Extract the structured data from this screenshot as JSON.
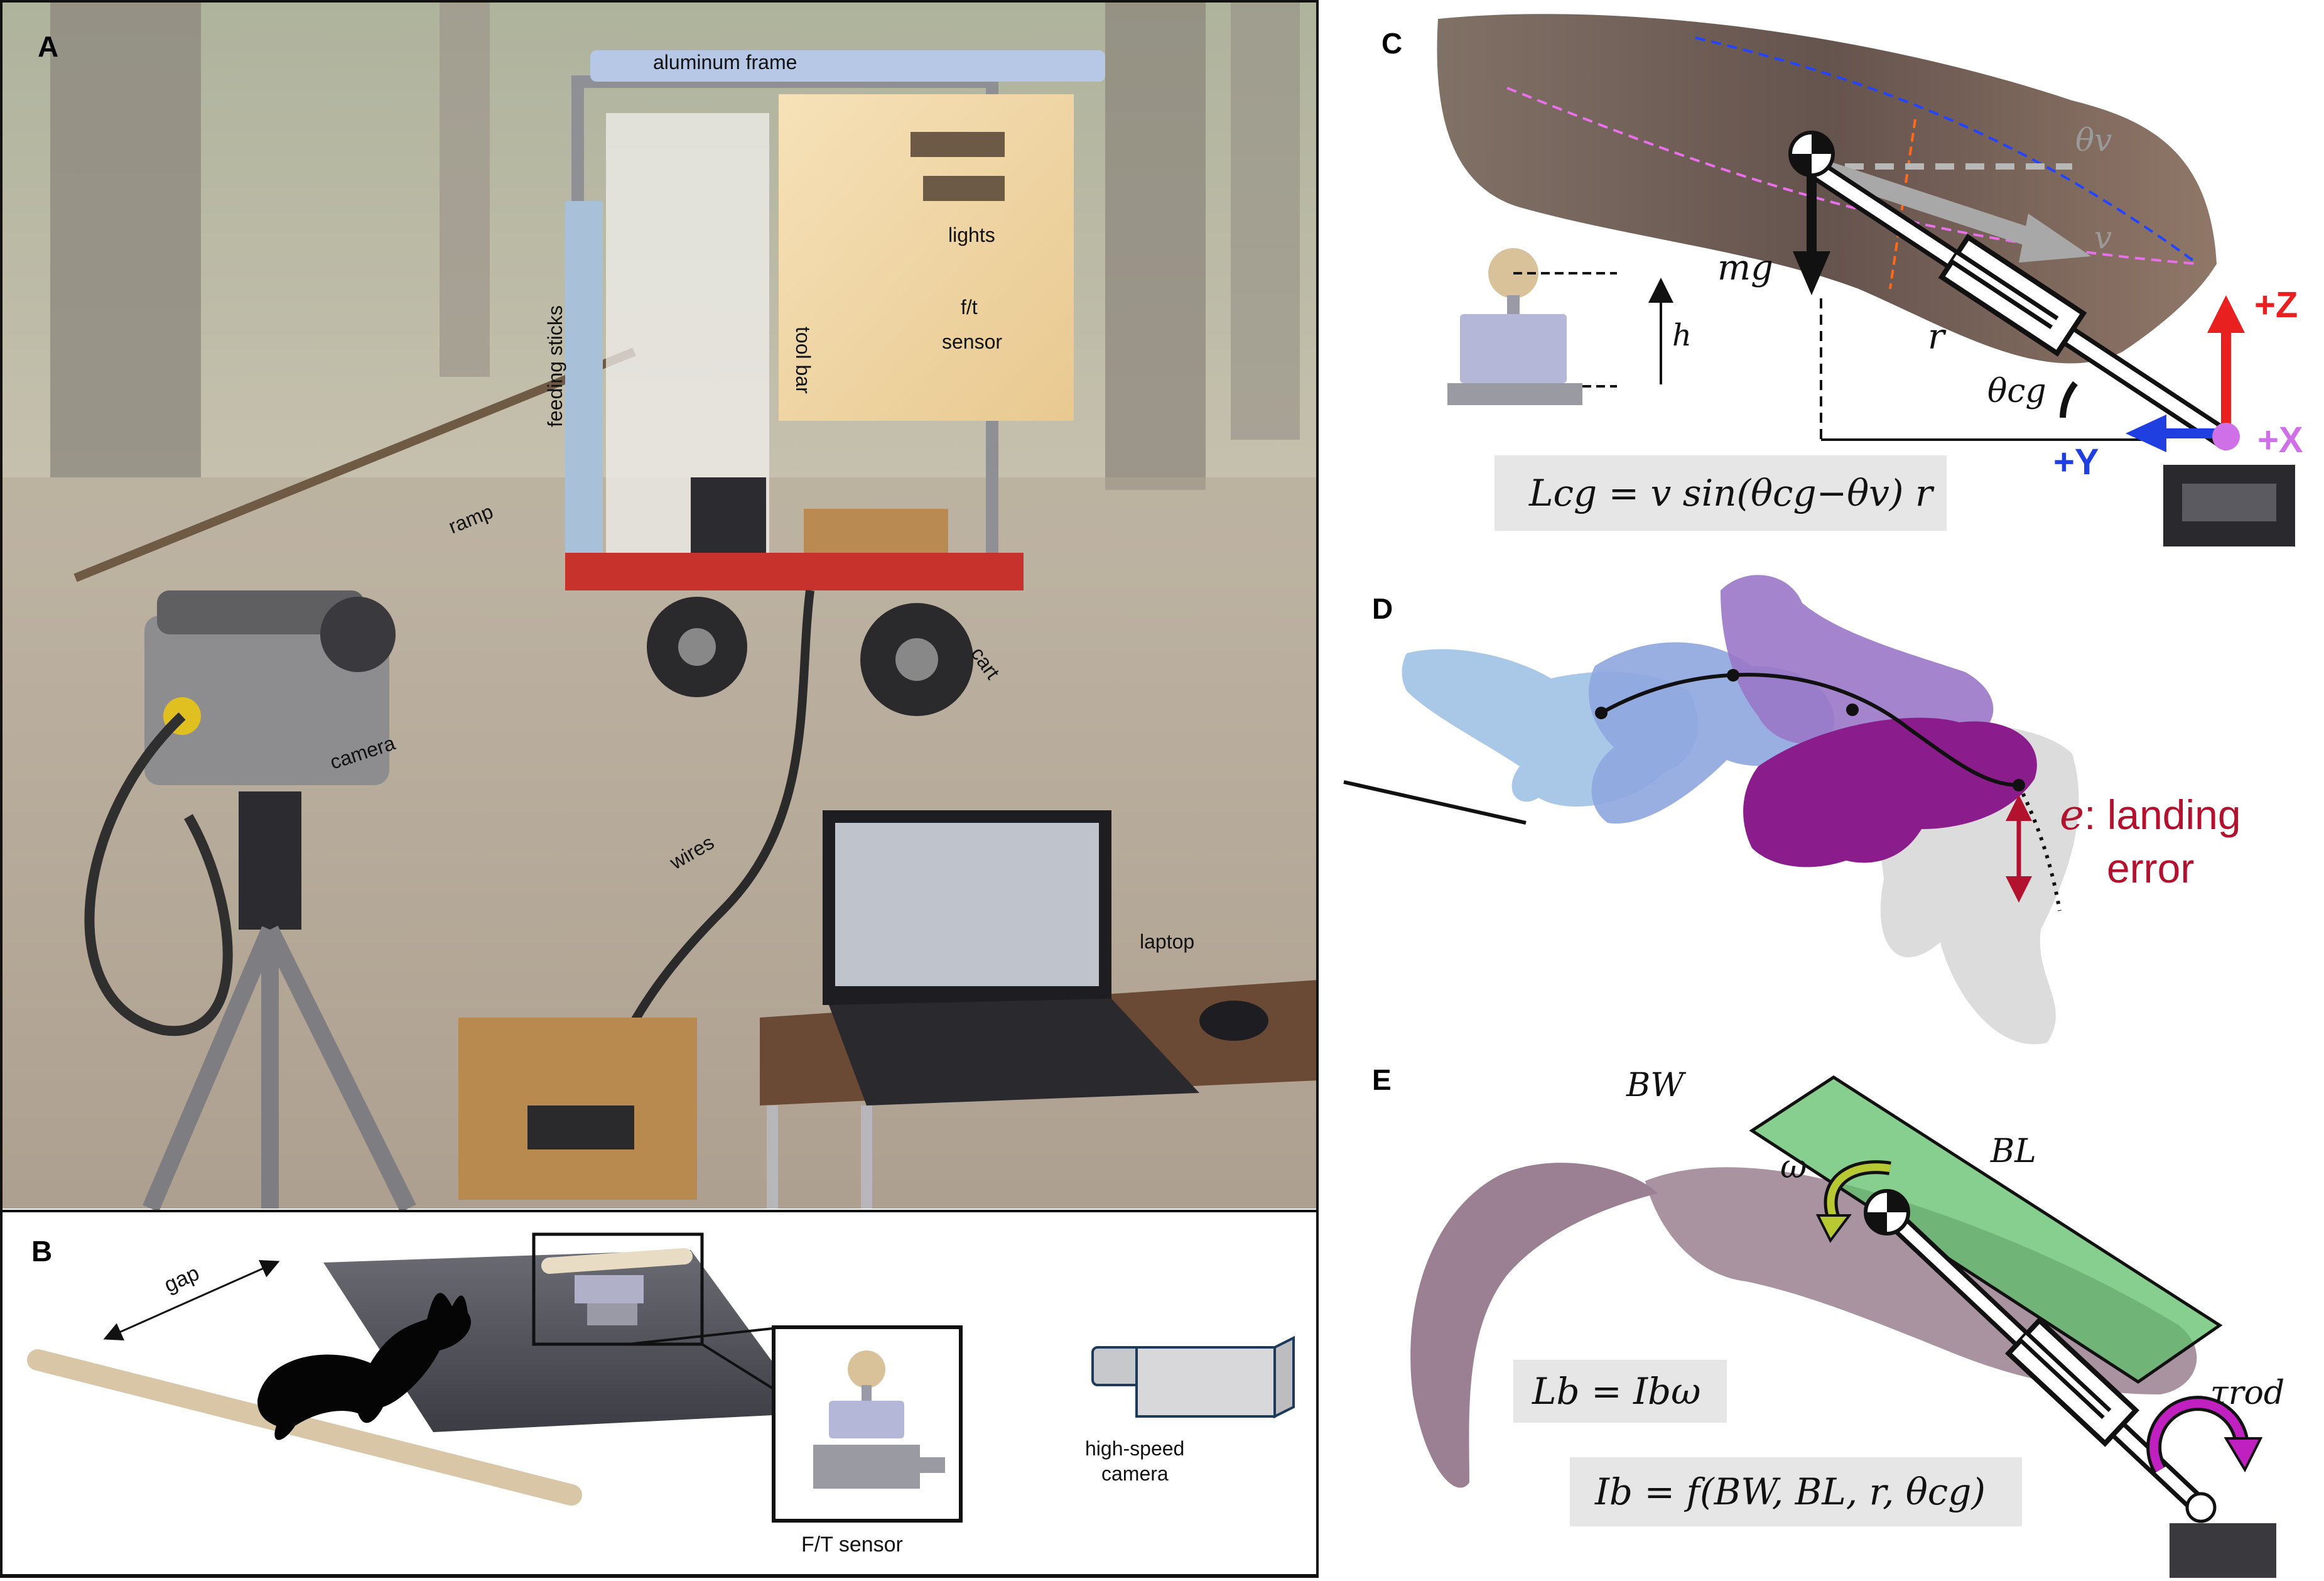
{
  "panels": {
    "A": {
      "letter": "A",
      "labels": {
        "aluminum_frame": "aluminum frame",
        "lights": "lights",
        "ft_sensor_line1": "f/t",
        "ft_sensor_line2": "sensor",
        "feeding_sticks": "feeding sticks",
        "tool_bar": "tool bar",
        "ramp": "ramp",
        "camera": "camera",
        "cart": "cart",
        "wires": "wires",
        "laptop": "laptop"
      }
    },
    "B": {
      "letter": "B",
      "labels": {
        "gap": "gap",
        "ft_sensor": "F/T sensor",
        "high_speed_line1": "high-speed",
        "high_speed_line2": "camera"
      }
    },
    "C": {
      "letter": "C",
      "labels": {
        "theta_v": "θv",
        "v": "v",
        "mg": "mg",
        "h": "h",
        "r": "r",
        "theta_cg": "θcg",
        "plus_z": "+Z",
        "plus_y": "+Y",
        "plus_x": "+X"
      },
      "equation": "Lcg = v sin(θcg−θv) r"
    },
    "D": {
      "letter": "D",
      "labels": {
        "error_line1": "e: landing",
        "error_line2": "error"
      }
    },
    "E": {
      "letter": "E",
      "labels": {
        "bw": "BW",
        "bl": "BL",
        "omega": "ω",
        "tau_rod": "τrod"
      },
      "equation_1": "Lb = Ibω",
      "equation_2": "Ib = f(BW, BL, r, θcg)"
    }
  },
  "colors": {
    "z_axis": "#e8201f",
    "y_axis": "#1f3fe0",
    "x_axis": "#d070e8",
    "error": "#b3122e",
    "body_box": "#5fbf6a",
    "equation_box": "#e6e6e6",
    "torque": "#c020c0",
    "omega_arrow": "#b8c832"
  }
}
